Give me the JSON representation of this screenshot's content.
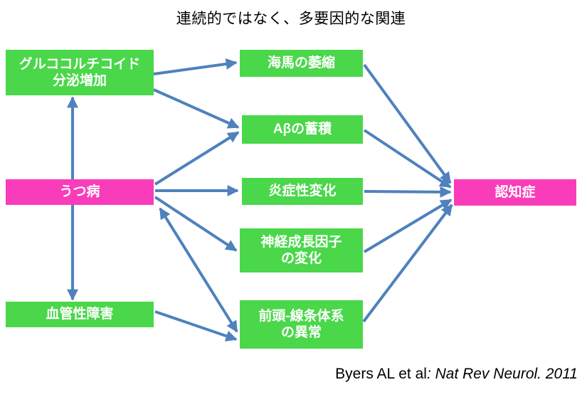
{
  "title": "連続的ではなく、多要因的な関連",
  "citation": {
    "authors": "Byers AL et al",
    "journal": ": Nat Rev Neurol. 2011"
  },
  "colors": {
    "green": "#4AD74A",
    "magenta": "#F93CB9",
    "arrow": "#4F81BD",
    "box_text": "#FFFFFF",
    "title_text": "#000000"
  },
  "nodes": {
    "glucocorticoid": {
      "label": "グルココルチコイド\n分泌増加",
      "color": "green"
    },
    "depression": {
      "label": "うつ病",
      "color": "magenta"
    },
    "vascular": {
      "label": "血管性障害",
      "color": "green"
    },
    "hippocampus": {
      "label": "海馬の萎縮",
      "color": "green"
    },
    "abeta": {
      "label": "Aβの蓄積",
      "color": "green"
    },
    "inflammation": {
      "label": "炎症性変化",
      "color": "green"
    },
    "ngf": {
      "label": "神経成長因子\nの変化",
      "color": "green"
    },
    "frontostriatal": {
      "label": "前頭-線条体系\nの異常",
      "color": "green"
    },
    "dementia": {
      "label": "認知症",
      "color": "magenta"
    }
  },
  "edges": [
    {
      "from": "glucocorticoid",
      "to": "hippocampus",
      "arrows": "end"
    },
    {
      "from": "glucocorticoid",
      "to": "abeta",
      "arrows": "end"
    },
    {
      "from": "depression",
      "to": "abeta",
      "arrows": "end"
    },
    {
      "from": "depression",
      "to": "inflammation",
      "arrows": "end"
    },
    {
      "from": "depression",
      "to": "ngf",
      "arrows": "end"
    },
    {
      "from": "depression",
      "to": "frontostriatal",
      "arrows": "both"
    },
    {
      "from": "vascular",
      "to": "frontostriatal",
      "arrows": "end"
    },
    {
      "from": "glucocorticoid",
      "to": "vascular",
      "arrows": "both"
    },
    {
      "from": "hippocampus",
      "to": "dementia",
      "arrows": "end"
    },
    {
      "from": "abeta",
      "to": "dementia",
      "arrows": "end"
    },
    {
      "from": "inflammation",
      "to": "dementia",
      "arrows": "end"
    },
    {
      "from": "ngf",
      "to": "dementia",
      "arrows": "end"
    },
    {
      "from": "frontostriatal",
      "to": "dementia",
      "arrows": "end"
    }
  ]
}
